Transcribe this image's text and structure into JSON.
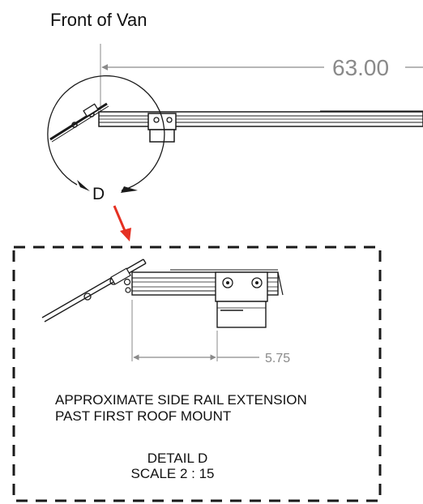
{
  "header": {
    "title": "Front of Van"
  },
  "main_view": {
    "dimension_value": "63.00",
    "detail_callout_letter": "D"
  },
  "detail_view": {
    "dimension_value": "5.75",
    "note_line1": "APPROXIMATE SIDE RAIL EXTENSION",
    "note_line2": "PAST FIRST ROOF MOUNT",
    "detail_label": "DETAIL D",
    "scale_label": "SCALE 2 : 15"
  },
  "colors": {
    "line": "#1a1a1a",
    "dimension": "#8a8a8a",
    "arrow": "#e53022",
    "background": "#ffffff"
  }
}
